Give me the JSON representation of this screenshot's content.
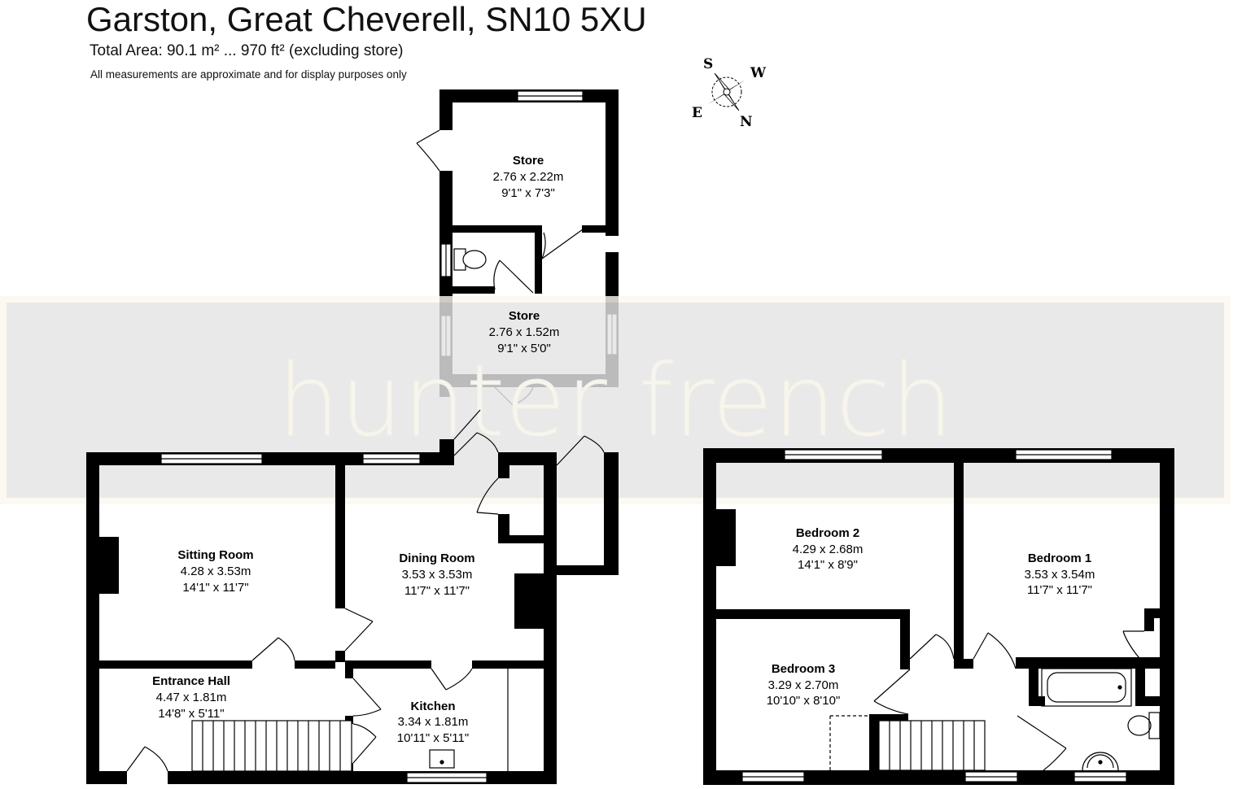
{
  "header": {
    "title": "Garston, Great Cheverell, SN10 5XU",
    "total_area": "Total Area: 90.1 m² ... 970 ft² (excluding store)",
    "disclaimer": "All measurements are approximate and for display purposes only"
  },
  "watermark": "hunter french",
  "compass": {
    "s": "S",
    "w": "W",
    "e": "E",
    "n": "N"
  },
  "rooms": {
    "store_upper": {
      "name": "Store",
      "metric": "2.76 x 2.22m",
      "imperial": "9'1\" x 7'3\""
    },
    "store_lower": {
      "name": "Store",
      "metric": "2.76 x 1.52m",
      "imperial": "9'1\" x 5'0\""
    },
    "sitting_room": {
      "name": "Sitting Room",
      "metric": "4.28 x 3.53m",
      "imperial": "14'1\" x 11'7\""
    },
    "dining_room": {
      "name": "Dining Room",
      "metric": "3.53 x 3.53m",
      "imperial": "11'7\" x 11'7\""
    },
    "entrance_hall": {
      "name": "Entrance Hall",
      "metric": "4.47 x 1.81m",
      "imperial": "14'8\" x 5'11\""
    },
    "kitchen": {
      "name": "Kitchen",
      "metric": "3.34 x 1.81m",
      "imperial": "10'11\" x 5'11\""
    },
    "bedroom_2": {
      "name": "Bedroom 2",
      "metric": "4.29 x 2.68m",
      "imperial": "14'1\" x 8'9\""
    },
    "bedroom_1": {
      "name": "Bedroom 1",
      "metric": "3.53 x 3.54m",
      "imperial": "11'7\" x 11'7\""
    },
    "bedroom_3": {
      "name": "Bedroom 3",
      "metric": "3.29 x 2.70m",
      "imperial": "10'10\" x 8'10\""
    }
  },
  "colors": {
    "wall": "#000000",
    "watermark_band": "#e5e5e5",
    "watermark_text": "#f6f5ef",
    "watermark_border": "#fbf8ee"
  }
}
